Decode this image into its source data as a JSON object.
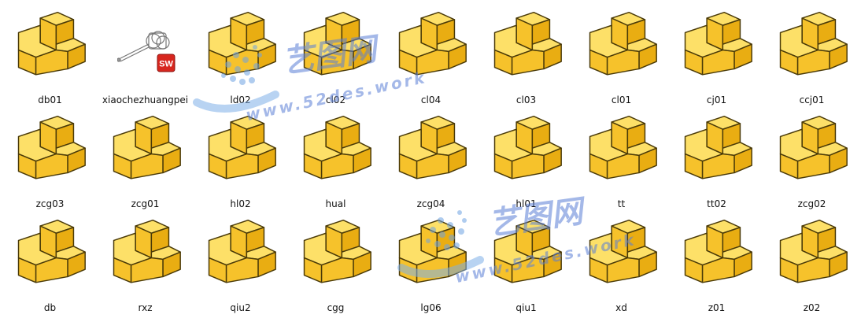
{
  "files": [
    {
      "name": "db01",
      "type": "part"
    },
    {
      "name": "xiaochezhuangpei",
      "type": "assembly",
      "badge": "SW"
    },
    {
      "name": "ld02",
      "type": "part"
    },
    {
      "name": "cl02",
      "type": "part"
    },
    {
      "name": "cl04",
      "type": "part"
    },
    {
      "name": "cl03",
      "type": "part"
    },
    {
      "name": "cl01",
      "type": "part"
    },
    {
      "name": "cj01",
      "type": "part"
    },
    {
      "name": "ccj01",
      "type": "part"
    },
    {
      "name": "zcg03",
      "type": "part"
    },
    {
      "name": "zcg01",
      "type": "part"
    },
    {
      "name": "hl02",
      "type": "part"
    },
    {
      "name": "hual",
      "type": "part"
    },
    {
      "name": "zcg04",
      "type": "part"
    },
    {
      "name": "hl01",
      "type": "part"
    },
    {
      "name": "tt",
      "type": "part"
    },
    {
      "name": "tt02",
      "type": "part"
    },
    {
      "name": "zcg02",
      "type": "part"
    },
    {
      "name": "db",
      "type": "part"
    },
    {
      "name": "rxz",
      "type": "part"
    },
    {
      "name": "qiu2",
      "type": "part"
    },
    {
      "name": "cgg",
      "type": "part"
    },
    {
      "name": "lg06",
      "type": "part"
    },
    {
      "name": "qiu1",
      "type": "part"
    },
    {
      "name": "xd",
      "type": "part"
    },
    {
      "name": "z01",
      "type": "part"
    },
    {
      "name": "z02",
      "type": "part"
    }
  ],
  "watermarks": [
    {
      "title": "艺图网",
      "url": "www.52des.work"
    },
    {
      "title": "艺图网",
      "url": "www.52des.work"
    }
  ],
  "colors": {
    "part_top": "#fde068",
    "part_front": "#f6c22b",
    "part_side": "#e9ad12",
    "part_edge": "#4a3a08",
    "watermark": "#5b7fd6"
  },
  "icons": {
    "part": "solidworks-part-icon",
    "assembly": "solidworks-assembly-icon"
  }
}
